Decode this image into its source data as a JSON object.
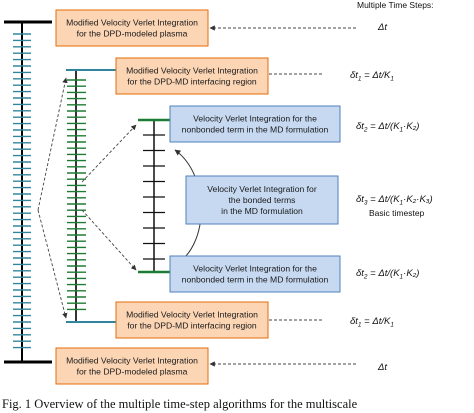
{
  "header": {
    "label": "Multiple Time Steps:"
  },
  "boxes": [
    {
      "lines": [
        "Modified Velocity Verlet Integration",
        "for the DPD-modeled plasma"
      ],
      "style": "orange"
    },
    {
      "lines": [
        "Modified Velocity Verlet Integration",
        "for the DPD-MD interfacing region"
      ],
      "style": "orange"
    },
    {
      "lines": [
        "Velocity Verlet Integration for the",
        "nonbonded term in the MD formulation"
      ],
      "style": "blue"
    },
    {
      "lines": [
        "Velocity Verlet Integration for",
        "the bonded terms",
        "in the MD formulation"
      ],
      "style": "blue"
    },
    {
      "lines": [
        "Velocity Verlet Integration for the",
        "nonbonded term in the MD formulation"
      ],
      "style": "blue"
    },
    {
      "lines": [
        "Modified Velocity Verlet Integration",
        "for the DPD-MD interfacing region"
      ],
      "style": "orange"
    },
    {
      "lines": [
        "Modified Velocity Verlet Integration",
        "for the DPD-modeled plasma"
      ],
      "style": "orange"
    }
  ],
  "timesteps": [
    {
      "prefix": "",
      "rhs": "Δt"
    },
    {
      "prefix": "δt",
      "sub": "1",
      "rhs": " = Δt/K",
      "rhs_sub": "1",
      "tail": ""
    },
    {
      "prefix": "δt",
      "sub": "2",
      "rhs": " = Δt/(K",
      "rhs_sub": "1",
      "tail": "·K₂)"
    },
    {
      "prefix": "δt",
      "sub": "3",
      "rhs": " = Δt/(K",
      "rhs_sub": "1",
      "tail": "·K₂·K₃)"
    },
    {
      "prefix": "δt",
      "sub": "2",
      "rhs": " = Δt/(K",
      "rhs_sub": "1",
      "tail": "·K₂)"
    },
    {
      "prefix": "δt",
      "sub": "1",
      "rhs": " = Δt/K",
      "rhs_sub": "1",
      "tail": ""
    },
    {
      "prefix": "",
      "rhs": "Δt"
    }
  ],
  "basic_timestep_label": "Basic timestep",
  "caption": "Fig. 1 Overview of the multiple time-step algorithms for the multiscale",
  "colors": {
    "orange_fill": "#fcd5b4",
    "orange_stroke": "#e46c0a",
    "blue_fill": "#c6d9f1",
    "blue_stroke": "#4f81bd",
    "axis_black": "#000000",
    "tick_teal": "#31859c",
    "tick_green": "#1e7b34",
    "tick_black": "#111111"
  },
  "icons": [
    "dashed-arrow",
    "curved-double-arrow"
  ]
}
